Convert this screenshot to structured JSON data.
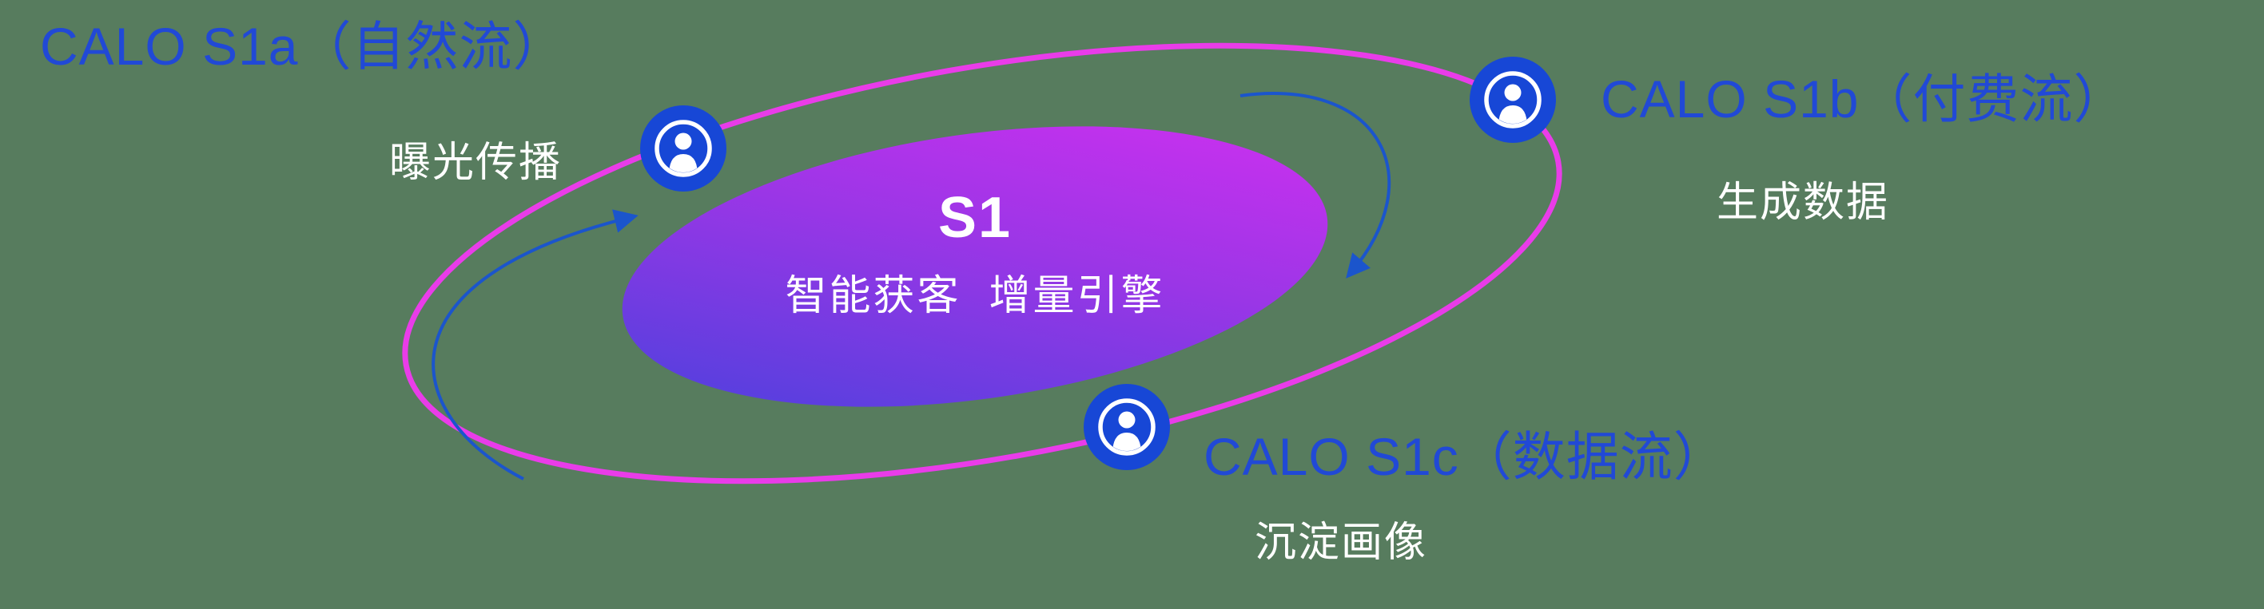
{
  "diagram": {
    "center": {
      "title": "S1",
      "subtitle": "智能获客  增量引擎"
    },
    "nodes": [
      {
        "id": "s1a",
        "label": "CALO S1a（自然流）",
        "sublabel": "曝光传播"
      },
      {
        "id": "s1b",
        "label": "CALO S1b（付费流）",
        "sublabel": "生成数据"
      },
      {
        "id": "s1c",
        "label": "CALO S1c（数据流）",
        "sublabel": "沉淀画像"
      }
    ],
    "colors": {
      "background": "#577c5e",
      "label_blue": "#2149d6",
      "orbit_pink": "#e93ce9",
      "node_blue": "#1747d6",
      "core_gradient_start": "#4442dc",
      "core_gradient_end": "#d62ff1",
      "arrow_blue": "#1b55cc",
      "text_white": "#ffffff"
    }
  }
}
